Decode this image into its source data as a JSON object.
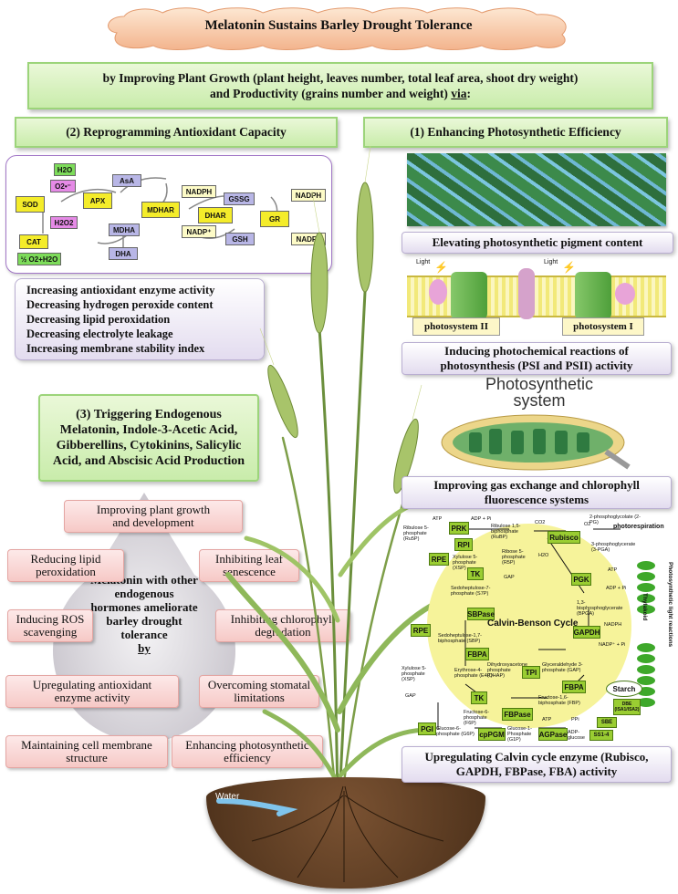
{
  "title": "Melatonin Sustains Barley Drought Tolerance",
  "intro": {
    "line1": "by Improving Plant Growth (plant height, leaves number, total leaf area, shoot dry weight)",
    "line2_a": "and Productivity (grains number and weight) ",
    "line2_b": "via",
    "line2_c": ":"
  },
  "section2": {
    "title": "(2) Reprogramming Antioxidant Capacity",
    "effects": [
      "Increasing antioxidant enzyme activity",
      "Decreasing hydrogen peroxide content",
      "Decreasing lipid peroxidation",
      "Decreasing electrolyte leakage",
      "Increasing membrane stability index"
    ],
    "ascorbate_cycle": {
      "nodes": {
        "h2o": "H2O",
        "o2": "O2•⁻",
        "sod": "SOD",
        "h2o2": "H2O2",
        "cat": "CAT",
        "half_o2": "½ O2+H2O",
        "apx": "APX",
        "asa": "AsA",
        "mdhar": "MDHAR",
        "mdha": "MDHA",
        "dha": "DHA",
        "nadph1": "NADPH",
        "nadp1": "NADP⁺",
        "dhar": "DHAR",
        "gssg": "GSSG",
        "gsh": "GSH",
        "gr": "GR",
        "nadph2": "NADPH",
        "nadp2": "NADP⁺"
      }
    }
  },
  "section1": {
    "title": "(1) Enhancing Photosynthetic Efficiency",
    "pigment": "Elevating photosynthetic pigment content",
    "ps_labels": {
      "light1": "Light",
      "light2": "Light",
      "ps2": "photosystem II",
      "ps1": "photosystem I"
    },
    "photochem": "Inducing photochemical reactions of photosynthesis (PSI and PSII) activity",
    "ps_title_1": "Photosynthetic",
    "ps_title_2": "system",
    "gas": "Improving gas exchange and chlorophyll fluorescence systems",
    "calvin_enzyme": "Upregulating Calvin cycle enzyme (Rubisco, GAPDH, FBPase, FBA) activity"
  },
  "calvin": {
    "cycle_label": "Calvin-Benson Cycle",
    "photorespiration": "photorespiration",
    "thylakoid": "Thylakoid",
    "light_reactions": "Photosynthetic light reactions",
    "enzymes": {
      "prk": "PRK",
      "rpi": "RPI",
      "rpe1": "RPE",
      "rubisco": "Rubisco",
      "tk1": "TK",
      "pgk": "PGK",
      "sbpase": "SBPase",
      "rpe2": "RPE",
      "gapdh": "GAPDH",
      "fbpa1": "FBPA",
      "tpi": "TPI",
      "fbpa2": "FBPA",
      "tk2": "TK",
      "fbpase": "FBPase",
      "pgi": "PGI",
      "cppgm": "cpPGM",
      "agpase": "AGPase",
      "starch": "Starch",
      "dbe": "DBE (ISA1/ISA2)",
      "sbe": "SBE",
      "ss": "SS1-4"
    },
    "metabolites": {
      "atp1": "ATP",
      "adp1": "ADP + Pi",
      "rubp1": "Ribulose 5-phosphate (Ru5P)",
      "rubp2": "Ribulose 1,5-biphosphate (RuBP)",
      "co2": "CO2",
      "o2": "O2",
      "pg": "2-phosphoglycolate (2-PG)",
      "xsp1": "Xylulose 5-phosphate (XSP)",
      "r5p": "Ribose 5-phosphate (R5P)",
      "h2o": "H2O",
      "pga": "3-phosphoglycerate (3-PGA)",
      "gap1": "GAP",
      "s7p": "Sedoheptulose-7-phosphate (S7P)",
      "atp2": "ATP",
      "adp2": "ADP + Pi",
      "bpga": "1,3-bisphosphoglycerate (BPGA)",
      "nadph": "NADPH",
      "nadp": "NADP⁺ + Pi",
      "sbp": "Sedoheptulose-1,7-biphosphate (SBP)",
      "dhap": "Dihydroxyacetone phosphate (DHAP)",
      "g3p": "Glyceraldehyde 3-phosphate (GAP)",
      "xsp2": "Xylulose 5-phosphate (XSP)",
      "e4p": "Erythrose-4-phosphate (E4P)",
      "fbp": "Fructose-1,6-biphosphate (FBP)",
      "gap2": "GAP",
      "f6p": "Fructose-6-phosphate (F6P)",
      "g6p": "Glucose-6-phosphate (G6P)",
      "g1p": "Glucose-1-Phosphate (G1P)",
      "atp3": "ATP",
      "ppi": "PPi",
      "adpg": "ADP-glucose"
    }
  },
  "section3": {
    "title": "(3) Triggering Endogenous Melatonin, Indole-3-Acetic Acid, Gibberellins, Cytokinins, Salicylic Acid, and Abscisic Acid Production",
    "center_text": "Melatonin with other endogenous hormones ameliorate barley drought tolerance",
    "center_by": "by",
    "boxes": {
      "growth": "Improving plant growth and development",
      "lipid": "Reducing lipid peroxidation",
      "senescence": "Inhibiting leaf senescence",
      "ros": "Inducing ROS scavenging",
      "chloro": "Inhibiting chlorophyll degradation",
      "antiox": "Upregulating antioxidant enzyme activity",
      "stomatal": "Overcoming stomatal limitations",
      "membrane": "Maintaining cell membrane structure",
      "photo": "Enhancing photosynthetic efficiency"
    }
  },
  "soil": {
    "water": "Water"
  },
  "colors": {
    "banner_green": "#c9ecab",
    "lavender": "#e3dcef",
    "pink": "#f6c9c6",
    "soil": "#5a3b22",
    "enzyme_green": "#9acd32",
    "cycle_yellow": "#f6f39a"
  }
}
